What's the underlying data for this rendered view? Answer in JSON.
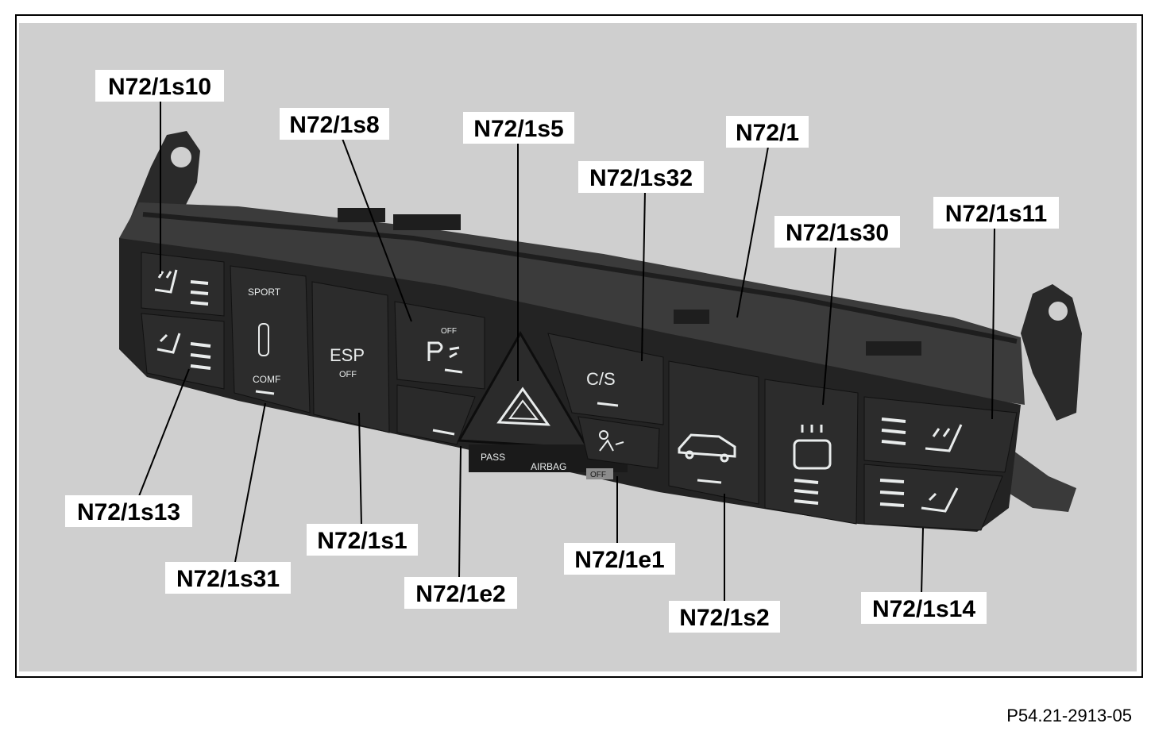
{
  "colors": {
    "background_gray": "#cfcfcf",
    "panel_dark": "#232323",
    "button_dark": "#2c2c2c",
    "indicator_light": "#e9ecec",
    "label_box": "#ffffff"
  },
  "callouts": [
    {
      "id": "s10",
      "text": "N72/1s10"
    },
    {
      "id": "s8",
      "text": "N72/1s8"
    },
    {
      "id": "s5",
      "text": "N72/1s5"
    },
    {
      "id": "n1",
      "text": "N72/1"
    },
    {
      "id": "s32",
      "text": "N72/1s32"
    },
    {
      "id": "s30",
      "text": "N72/1s30"
    },
    {
      "id": "s11",
      "text": "N72/1s11"
    },
    {
      "id": "s13",
      "text": "N72/1s13"
    },
    {
      "id": "s31",
      "text": "N72/1s31"
    },
    {
      "id": "s1",
      "text": "N72/1s1"
    },
    {
      "id": "e2",
      "text": "N72/1e2"
    },
    {
      "id": "e1",
      "text": "N72/1e1"
    },
    {
      "id": "s2",
      "text": "N72/1s2"
    },
    {
      "id": "s14",
      "text": "N72/1s14"
    }
  ],
  "panel_labels": {
    "sport": "SPORT",
    "comf": "COMF",
    "esp": "ESP",
    "esp_off": "OFF",
    "pts_off": "OFF",
    "cs": "C/S",
    "pass": "PASS",
    "airbag": "AIRBAG",
    "airbag_off": "OFF"
  },
  "reference_code": "P54.21-2913-05"
}
